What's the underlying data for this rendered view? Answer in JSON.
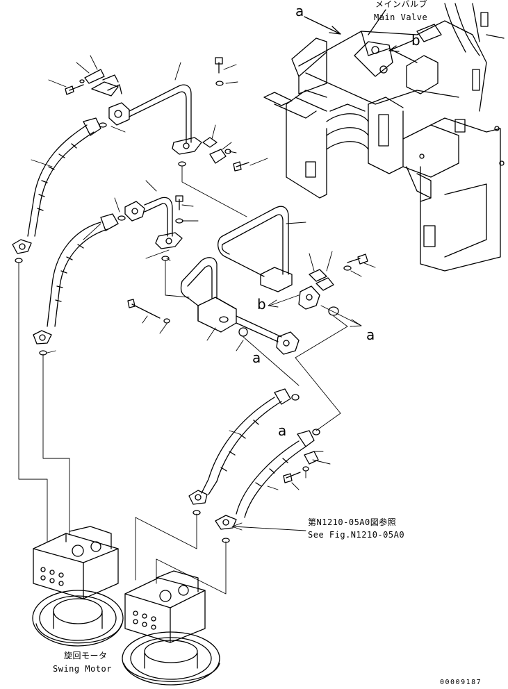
{
  "labels": {
    "main_valve_jp": "メインバルブ",
    "main_valve_en": "Main Valve",
    "swing_motor_jp": "旋回モータ",
    "swing_motor_en": "Swing Motor",
    "see_fig_jp": "第N1210-05A0図参照",
    "see_fig_en": "See Fig.N1210-05A0",
    "ref_a": "a",
    "ref_b": "b",
    "drawing_code": "00009187"
  },
  "colors": {
    "line": "#000000",
    "background": "#ffffff"
  }
}
